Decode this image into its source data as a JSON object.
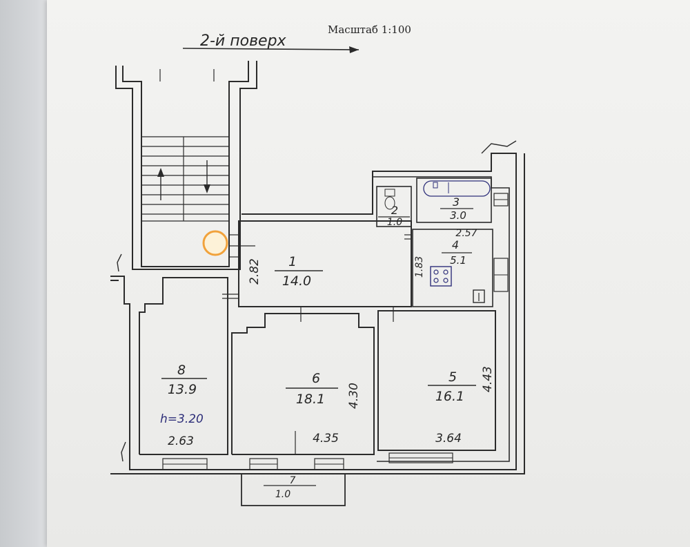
{
  "header": {
    "floor_title": "2-й поверх",
    "scale": "Масштаб 1:100"
  },
  "rooms": [
    {
      "number": "1",
      "area": "14.0"
    },
    {
      "number": "2",
      "area": "1.0"
    },
    {
      "number": "3",
      "area": "3.0"
    },
    {
      "number": "4",
      "area": "5.1"
    },
    {
      "number": "5",
      "area": "16.1"
    },
    {
      "number": "6",
      "area": "18.1"
    },
    {
      "number": "7",
      "area": "1.0"
    },
    {
      "number": "8",
      "area": "13.9"
    }
  ],
  "dimensions": {
    "room1_side": "2.82",
    "room4_width": "2.57",
    "room4_side": "1.83",
    "room5_side": "4.43",
    "room5_width": "3.64",
    "room6_side": "4.30",
    "room6_width": "4.35",
    "room8_width": "2.63",
    "ceiling_height": "h=3.20"
  },
  "colors": {
    "ink": "#2b2b2b",
    "blue_ink": "#2e2f7a",
    "paper": "#eeeeec"
  }
}
